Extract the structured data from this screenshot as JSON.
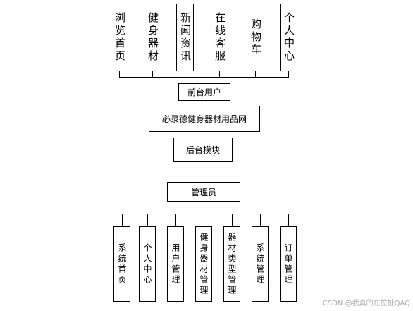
{
  "top_modules": [
    "浏览首页",
    "健身器材",
    "新闻资讯",
    "在线客服",
    "购物车",
    "个人中心"
  ],
  "front_user": "前台用户",
  "site_name": "必录德健身器材用品网",
  "backend": "后台模块",
  "admin": "管理员",
  "bottom_modules": [
    "系统首页",
    "个人中心",
    "用户管理",
    "健身器材管理",
    "器材类型管理",
    "系统管理",
    "订单管理"
  ],
  "watermark": "CSDN @我真的在拉扯QAQ"
}
